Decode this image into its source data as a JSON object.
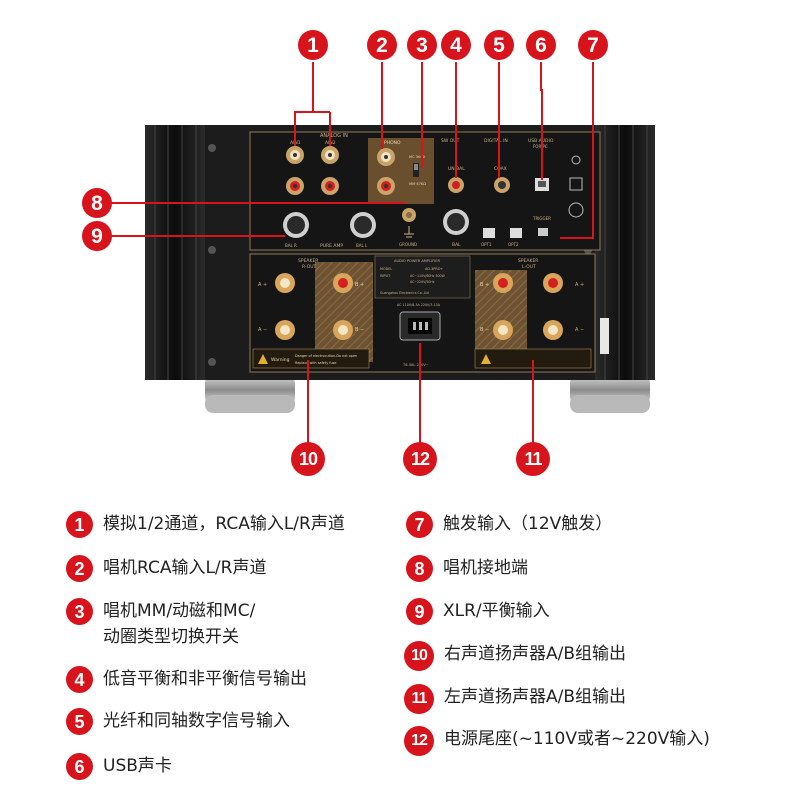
{
  "callouts": [
    {
      "num": "1"
    },
    {
      "num": "2"
    },
    {
      "num": "3"
    },
    {
      "num": "4"
    },
    {
      "num": "5"
    },
    {
      "num": "6"
    },
    {
      "num": "7"
    },
    {
      "num": "8"
    },
    {
      "num": "9"
    },
    {
      "num": "10"
    },
    {
      "num": "11"
    },
    {
      "num": "12"
    }
  ],
  "panel": {
    "analog_in": "ANALOG IN",
    "ain1": "AIN1",
    "ain2": "AIN2",
    "phono": "PHONO",
    "mc": "MC  3000",
    "mm": "MM  47KΩ",
    "sw_out": "SW OUT",
    "un_bal": "UN BAL",
    "bal": "BAL",
    "digital_in": "DIGITAL IN",
    "coax": "COAX",
    "opt1": "OPT1",
    "opt2": "OPT2",
    "usb_audio": "USB AUDIO",
    "for_pc": "FOR PC",
    "trigger": "TRIGGER",
    "pure_amp": "PURE AMP",
    "bal_r": "BAL R",
    "bal_l": "BAL L",
    "ground": "GROUND",
    "speaker_r": "SPEAKER",
    "r_out": "R-OUT",
    "speaker_l": "SPEAKER",
    "l_out": "L-OUT",
    "a_plus": "A +",
    "a_minus": "A −",
    "b_plus": "B +",
    "b_minus": "B −",
    "warning": "Warning",
    "warning_text1": "Danger of electrocution-Do not open",
    "warning_text2": "Replace with safety fuse",
    "plate_title": "AUDIO POWER AMPLIFIER",
    "model_label": "MODEL",
    "model_value": "AD-3PRO+",
    "input_label": "INPUT",
    "input_value": "AC~110V/60Hz  500W",
    "input_value2": "AC~220V/50Hz",
    "company": "Guangzhou Electronics Co.,Ltd",
    "fuse_label": "AC 110V/6.3A  220V/3.15A",
    "fuse_value": "T6.3AL  250V~"
  },
  "legend": [
    {
      "num": "1",
      "text": "模拟1/2通道，RCA输入L/R声道"
    },
    {
      "num": "2",
      "text": "唱机RCA输入L/R声道"
    },
    {
      "num": "3",
      "text": "唱机MM/动磁和MC/",
      "text2": "动圈类型切换开关"
    },
    {
      "num": "4",
      "text": "低音平衡和非平衡信号输出"
    },
    {
      "num": "5",
      "text": "光纤和同轴数字信号输入"
    },
    {
      "num": "6",
      "text": "USB声卡"
    },
    {
      "num": "7",
      "text": "触发输入（12V触发）"
    },
    {
      "num": "8",
      "text": "唱机接地端"
    },
    {
      "num": "9",
      "text": "XLR/平衡输入"
    },
    {
      "num": "10",
      "text": "右声道扬声器A/B组输出"
    },
    {
      "num": "11",
      "text": "左声道扬声器A/B组输出"
    },
    {
      "num": "12",
      "text": "电源尾座(~110V或者~220V输入)"
    }
  ],
  "colors": {
    "accent": "#d7141c",
    "panel_gold": "#a88a5a",
    "chassis": "#1c1c1c"
  }
}
